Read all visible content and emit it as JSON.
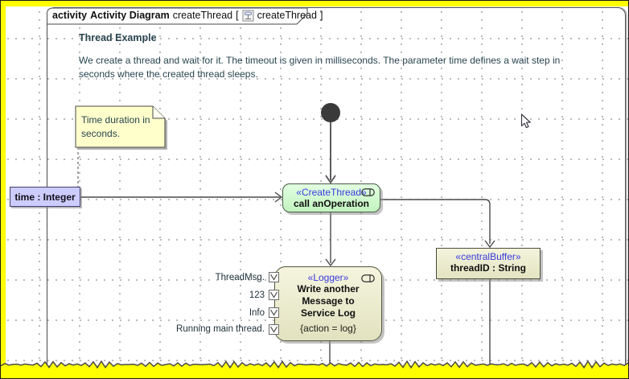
{
  "frame": {
    "keyword": "activity",
    "diagram_name": "Activity Diagram",
    "context_name": "createThread",
    "bracket_open": "[",
    "bracket_diagram": "createThread",
    "bracket_close": "]"
  },
  "doc": {
    "title": "Thread Example",
    "body_line1": "We create a thread and wait for it. The timeout is given in milliseconds. The parameter time defines a wait step in",
    "body_line2": "seconds where the created thread sleeps."
  },
  "note": {
    "text": "Time duration in seconds."
  },
  "parameter": {
    "label": "time : Integer"
  },
  "create_thread_action": {
    "stereotype": "«CreateThread»",
    "name": "call anOperation"
  },
  "logger_action": {
    "stereotype": "«Logger»",
    "name_line1": "Write another",
    "name_line2": "Message to",
    "name_line3": "Service Log",
    "constraint": "{action = log}",
    "pins": [
      {
        "label": "ThreadMsg."
      },
      {
        "label": "123"
      },
      {
        "label": "Info"
      },
      {
        "label": "Running main thread."
      }
    ]
  },
  "central_buffer": {
    "stereotype": "«centralBuffer»",
    "name": "threadID : String"
  },
  "icons": {
    "frame_icon": "activity-diagram-icon",
    "action_icon": "call-behavior-icon",
    "pin_icon": "input-pin-arrow-icon",
    "initial_node": "initial-node",
    "cursor": "mouse-cursor-icon"
  },
  "colors": {
    "window_border_yellow": "#ffff00",
    "action_green": "#ccffcc",
    "node_beige": "#e8e8c8",
    "note_yellow": "#ffffcc",
    "parameter_lavender": "#ccccff",
    "stereotype_blue": "#3a3ae0",
    "doc_text": "#29454f",
    "line_gray": "#4a4a4a"
  }
}
